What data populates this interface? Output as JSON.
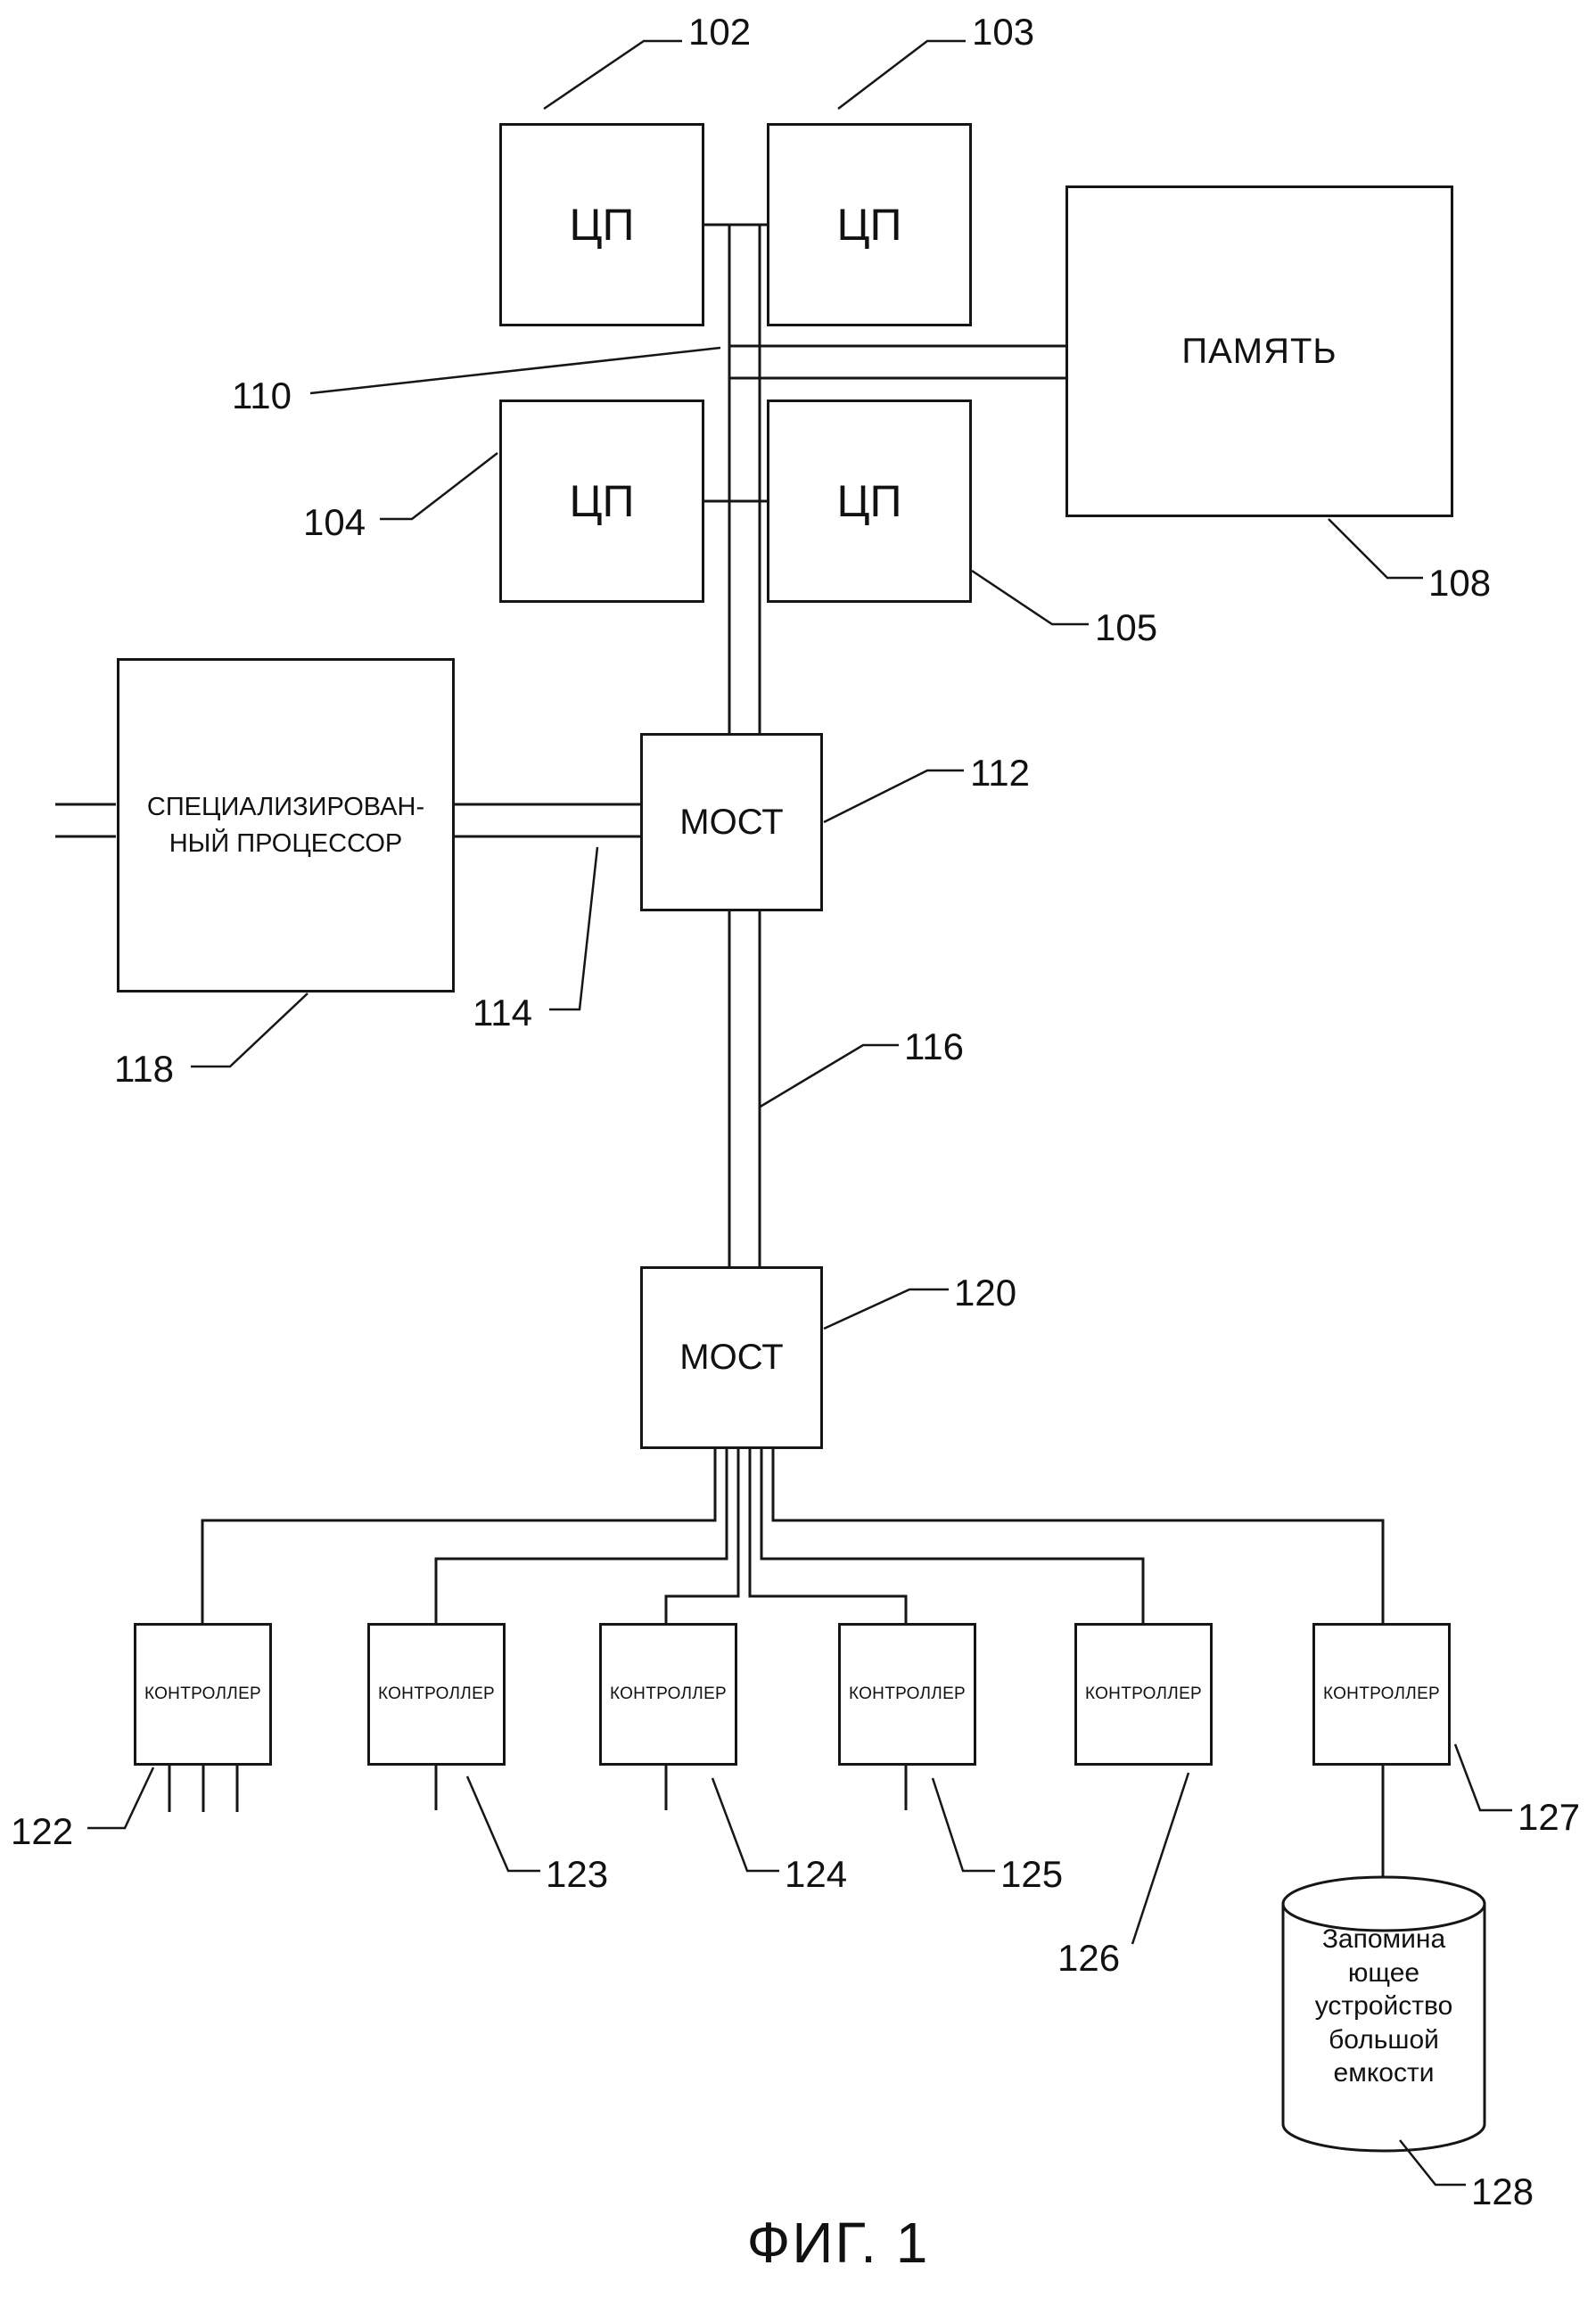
{
  "figure": {
    "caption": "ФИГ. 1"
  },
  "nodes": {
    "cpu_102": {
      "label": "ЦП",
      "ref": "102"
    },
    "cpu_103": {
      "label": "ЦП",
      "ref": "103"
    },
    "cpu_104": {
      "label": "ЦП",
      "ref": "104"
    },
    "cpu_105": {
      "label": "ЦП",
      "ref": "105"
    },
    "memory_108": {
      "label": "ПАМЯТЬ",
      "ref": "108"
    },
    "bridge_112": {
      "label": "МОСТ",
      "ref": "112"
    },
    "bridge_120": {
      "label": "МОСТ",
      "ref": "120"
    },
    "processor_118": {
      "label": "СПЕЦИАЛИЗИРОВАН-\nНЫЙ ПРОЦЕССОР",
      "ref": "118"
    },
    "controller_122": {
      "label": "КОНТРОЛЛЕР",
      "ref": "122"
    },
    "controller_123": {
      "label": "КОНТРОЛЛЕР",
      "ref": "123"
    },
    "controller_124": {
      "label": "КОНТРОЛЛЕР",
      "ref": "124"
    },
    "controller_125": {
      "label": "КОНТРОЛЛЕР",
      "ref": "125"
    },
    "controller_126": {
      "label": "КОНТРОЛЛЕР",
      "ref": "126"
    },
    "controller_127": {
      "label": "КОНТРОЛЛЕР",
      "ref": "127"
    },
    "storage_128": {
      "label": "Запомина\nющее\nустройство\nбольшой\nемкости",
      "ref": "128"
    }
  },
  "bus_refs": {
    "cpu_bus": "110",
    "processor_link": "114",
    "bridge_bus": "116"
  },
  "colors": {
    "line": "#161616",
    "background": "#ffffff"
  }
}
